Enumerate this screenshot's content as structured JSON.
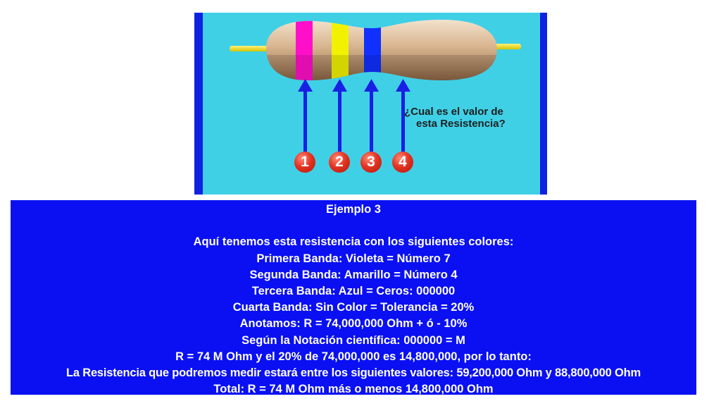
{
  "figure": {
    "question": [
      "¿Cual es el valor de",
      "esta Resistencia?"
    ],
    "band_colors": [
      "#ff10c8",
      "#f2f200",
      "#1030ff"
    ],
    "band_numbers": [
      "1",
      "2",
      "3",
      "4"
    ]
  },
  "text": {
    "heading": "Ejemplo 3",
    "lines": [
      "Aquí tenemos esta resistencia con los siguientes colores:",
      "Primera Banda: Violeta = Número 7",
      "Segunda Banda: Amarillo = Número 4",
      "Tercera Banda: Azul = Ceros: 000000",
      "Cuarta Banda: Sin Color = Tolerancia = 20%",
      "Anotamos: R = 74,000,000 Ohm + ó - 10%",
      "Según la Notación científica: 000000 = M",
      "R = 74 M Ohm y el 20% de 74,000,000 es 14,800,000, por lo tanto:",
      "La Resistencia que podremos medir estará entre los siguientes valores: 59,200,000 Ohm y 88,800,000 Ohm",
      "Total: R = 74 M Ohm más o menos 14,800,000 Ohm"
    ]
  }
}
